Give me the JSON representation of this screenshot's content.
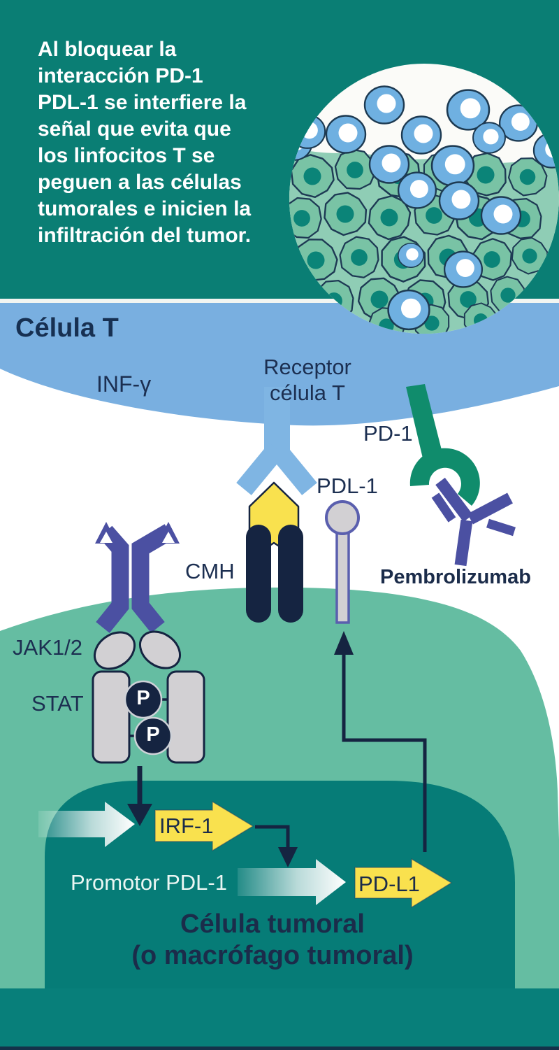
{
  "intro": {
    "lines": [
      "Al bloquear la",
      "interacción PD-1",
      "PDL-1 se interfiere la",
      "señal que evita que",
      "los linfocitos T se",
      "peguen a las células",
      "tumorales e inicien la",
      "infiltración del tumor."
    ]
  },
  "t_cell": {
    "label": "Célula T"
  },
  "molecules": {
    "inf_gamma": "INF-γ",
    "tcr_lines": [
      "Receptor",
      "célula T"
    ],
    "pd1": "PD-1",
    "pdl1": "PDL-1",
    "cmh": "CMH",
    "drug": "Pembrolizumab",
    "jak": "JAK1/2",
    "stat": "STAT",
    "phospho": "P"
  },
  "nucleus": {
    "irf1": "IRF-1",
    "promoter": "Promotor PDL-1",
    "pdl1_gene": "PD-L1"
  },
  "tumor_cell": {
    "lines": [
      "Célula tumoral",
      "(o macrófago tumoral)"
    ]
  },
  "colors": {
    "banner_teal": "#0A7E74",
    "nucleus_teal": "#067C77",
    "bottom_band_teal": "#087F7A",
    "t_cell_blue": "#79AFE0",
    "tcr_blue": "#7FB5E3",
    "tumor_green": "#65BDA2",
    "inset_bg_green": "#8FCDB5",
    "inset_blob_green": "#79C3A5",
    "lymphocyte_blue": "#6FB0E1",
    "pd1_green": "#108C6C",
    "antibody_indigo": "#4B50A2",
    "pdl1_outline_purple": "#5A5FAE",
    "receptor_grey": "#D2D0D3",
    "gene_yellow": "#F9E14E",
    "shape_navy": "#152441",
    "text_navy": "#1C2F51"
  }
}
